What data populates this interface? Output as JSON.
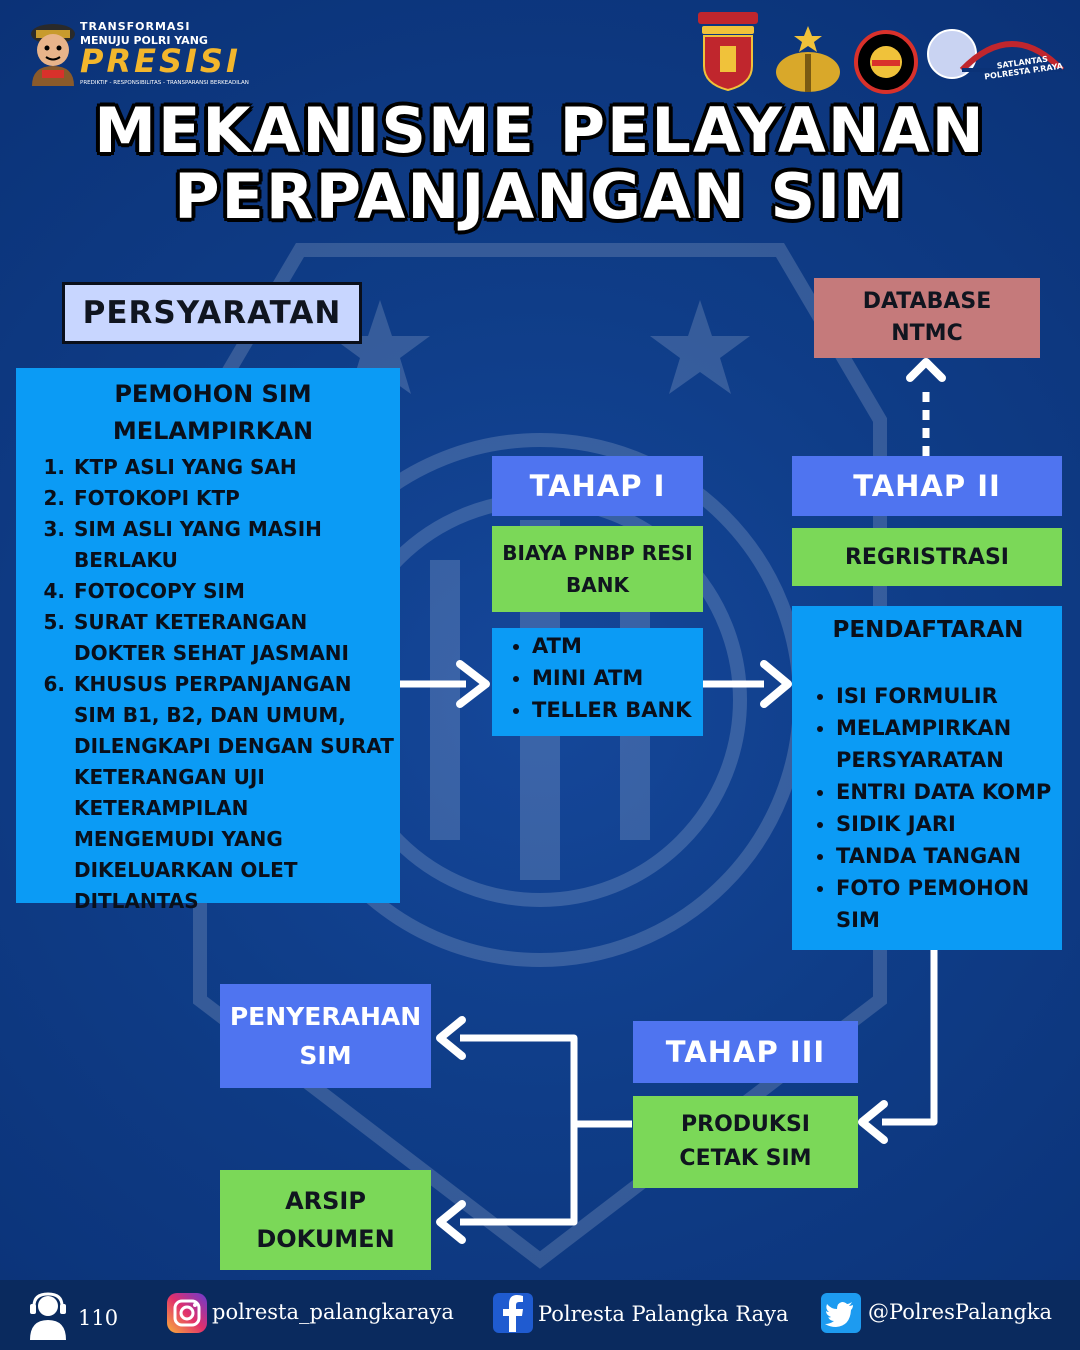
{
  "header": {
    "presisi": {
      "line1": "TRANSFORMASI",
      "line2": "MENUJU POLRI YANG",
      "brand": "PRESISI",
      "tagline": "PREDIKTIF - RESPONSIBILITAS - TRANSPARANSI BERKEADILAN"
    },
    "logos": [
      "polresta-badge-icon",
      "polri-emblem-icon",
      "partisipasi-seal-icon",
      "satlantas-bridge-logo-icon"
    ],
    "satlantas_label": "SATLANTAS POLRESTA P.RAYA"
  },
  "title": {
    "line1": "MEKANISME PELAYANAN",
    "line2": "PERPANJANGAN SIM"
  },
  "persyaratan": {
    "label": "PERSYARATAN",
    "title_line1": "PEMOHON SIM",
    "title_line2": "MELAMPIRKAN",
    "items": [
      "KTP ASLI YANG SAH",
      "FOTOKOPI KTP",
      "SIM ASLI YANG MASIH BERLAKU",
      "FOTOCOPY SIM",
      "SURAT KETERANGAN DOKTER SEHAT JASMANI",
      "KHUSUS PERPANJANGAN SIM B1, B2, DAN UMUM, DILENGKAPI DENGAN SURAT KETERANGAN UJI KETERAMPILAN MENGEMUDI YANG DIKELUARKAN OLET DITLANTAS"
    ]
  },
  "tahap1": {
    "label": "TAHAP I",
    "biaya_line1": "BIAYA PNBP RESI",
    "biaya_line2": "BANK",
    "payments": [
      "ATM",
      "MINI ATM",
      "TELLER BANK"
    ]
  },
  "tahap2": {
    "label": "TAHAP II",
    "registrasi": "REGRISTRASI",
    "pendaftaran": "PENDAFTARAN",
    "steps": [
      "ISI FORMULIR",
      "MELAMPIRKAN PERSYARATAN",
      "ENTRI DATA KOMP",
      "SIDIK JARI",
      "TANDA TANGAN",
      "FOTO PEMOHON SIM"
    ]
  },
  "database": {
    "line1": "DATABASE",
    "line2": "NTMC"
  },
  "tahap3": {
    "label": "TAHAP III",
    "produksi_line1": "PRODUKSI",
    "produksi_line2": "CETAK SIM"
  },
  "penyerahan": {
    "line1": "PENYERAHAN",
    "line2": "SIM"
  },
  "arsip": {
    "line1": "ARSIP",
    "line2": "DOKUMEN"
  },
  "footer": {
    "phone": "110",
    "instagram": "polresta_palangkaraya",
    "facebook": "Polresta Palangka Raya",
    "twitter": "@PolresPalangka"
  },
  "colors": {
    "background": "#0d3a82",
    "light_blue": "#0b9bf5",
    "tahap_blue": "#4f74f0",
    "green": "#7bd858",
    "database_red": "#c57a7b",
    "label_blue": "#c8d6ff"
  }
}
